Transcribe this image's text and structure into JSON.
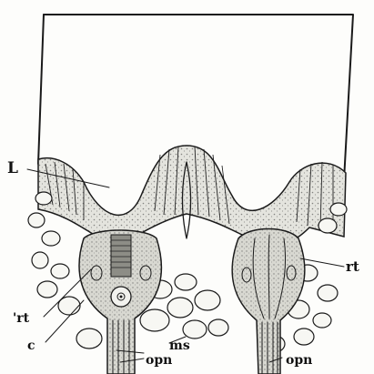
{
  "figure": {
    "labels": {
      "L": "L",
      "rt_right": "rt",
      "rt_left": "'rt",
      "c": "c",
      "ms": "ms",
      "opn_left": "opn",
      "opn_right": "opn"
    },
    "colors": {
      "ink": "#1a1a1a",
      "paper": "#fdfdfb",
      "tissue": "#e9e9e4",
      "shade": "#bdbdb6"
    }
  }
}
